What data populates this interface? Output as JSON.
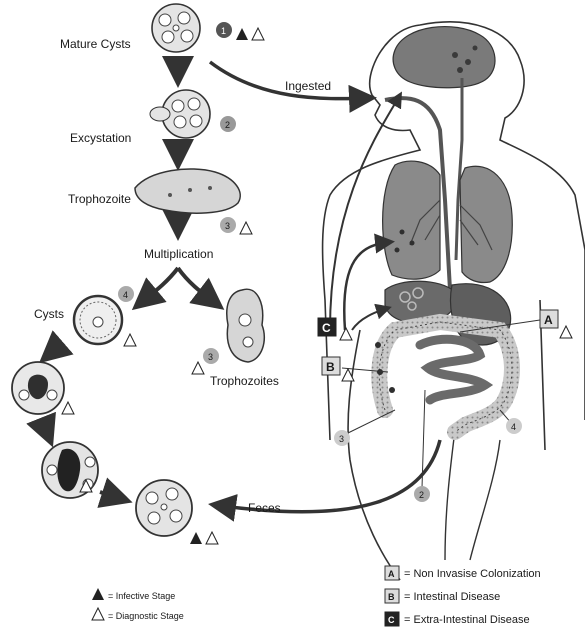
{
  "lifecycle": {
    "mature_cysts": "Mature Cysts",
    "excystation": "Excystation",
    "trophozoite": "Trophozoite",
    "multiplication": "Multiplication",
    "cysts": "Cysts",
    "trophozoites": "Trophozoites",
    "feces": "Feces",
    "ingested": "Ingested"
  },
  "stage_numbers": {
    "n1": "1",
    "n2": "2",
    "n3": "3",
    "n4": "4",
    "body_n2": "2",
    "body_n3": "3",
    "body_n4": "4"
  },
  "stage_marks": {
    "infective": "i",
    "diagnostic": "d"
  },
  "disease_boxes": {
    "a": "A",
    "b": "B",
    "c": "C"
  },
  "legend": {
    "infective_stage": "= Infective Stage",
    "diagnostic_stage": "= Diagnostic Stage",
    "a_label": "= Non Invasise Colonization",
    "b_label": "= Intestinal Disease",
    "c_label": "= Extra-Intestinal Disease"
  },
  "colors": {
    "organ_dark": "#6e6e6e",
    "organ_light": "#bdbdbd",
    "line": "#333333",
    "cyst_fill": "#e4e4e4"
  }
}
